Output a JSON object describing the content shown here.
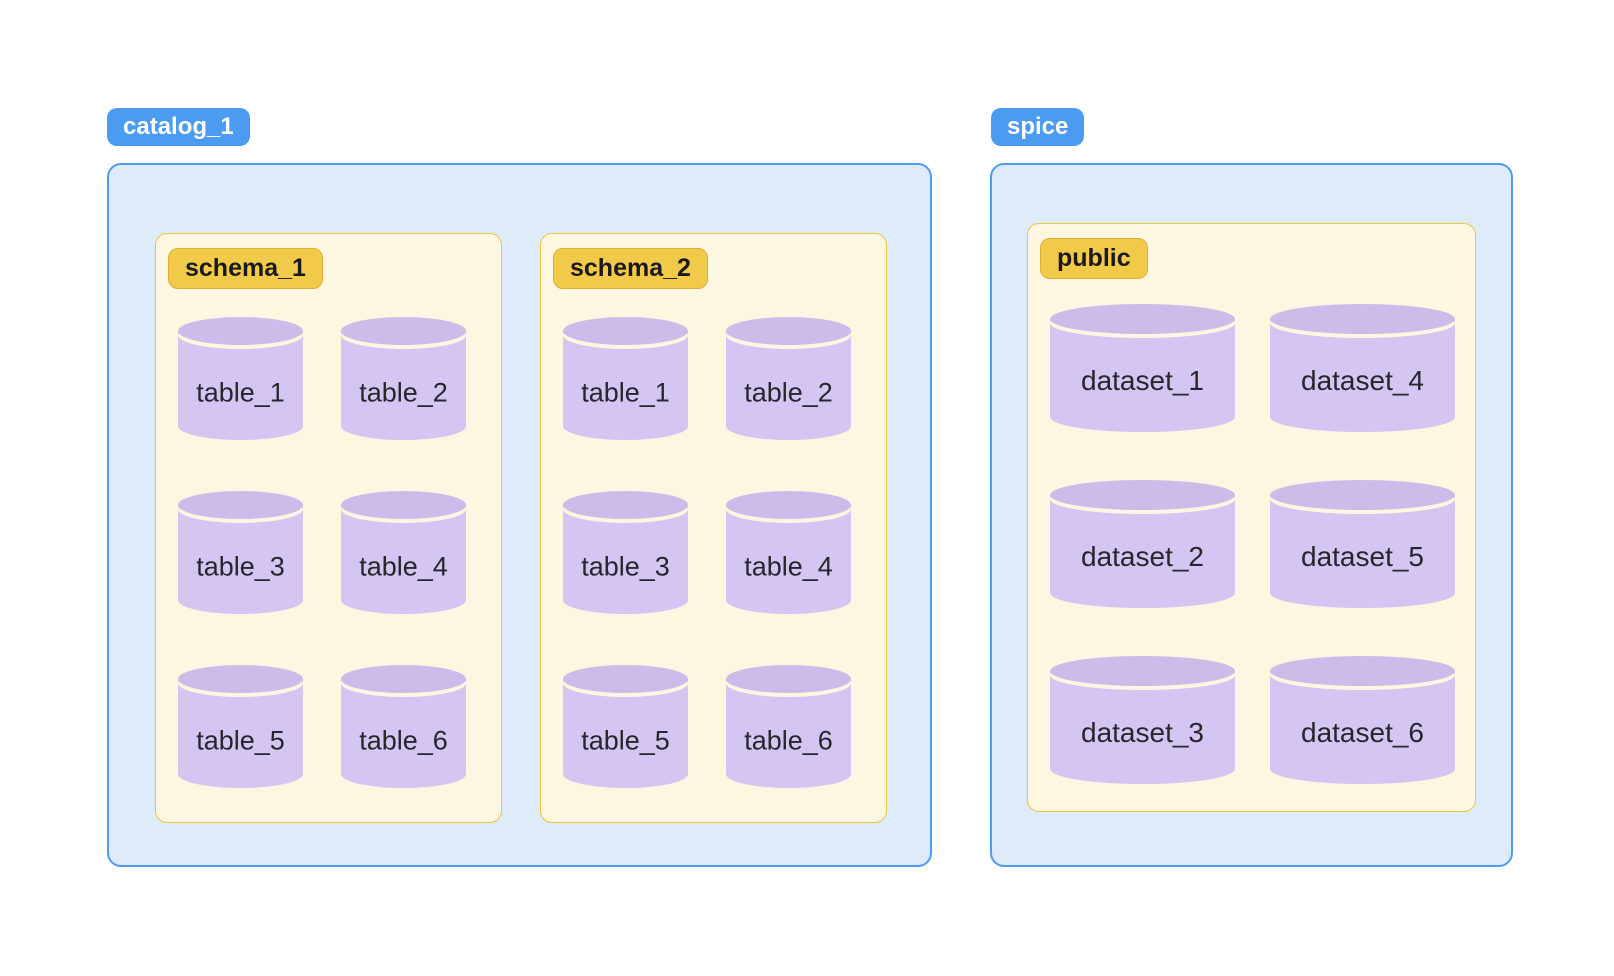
{
  "diagram": {
    "colors": {
      "blue_badge_bg": "#4b9bf1",
      "blue_container_bg": "#ddebfb",
      "blue_container_border": "#4f9bf0",
      "yellow_box_bg": "#fdf6e0",
      "yellow_box_border": "#eac73c",
      "yellow_badge_bg": "#f2ca49",
      "cylinder_top": "#cdbbea",
      "cylinder_body": "#d5c5f2",
      "cylinder_text": "#27272b"
    },
    "groups": [
      {
        "label": "catalog_1",
        "schemas": [
          {
            "label": "schema_1",
            "items": [
              "table_1",
              "table_2",
              "table_3",
              "table_4",
              "table_5",
              "table_6"
            ]
          },
          {
            "label": "schema_2",
            "items": [
              "table_1",
              "table_2",
              "table_3",
              "table_4",
              "table_5",
              "table_6"
            ]
          }
        ]
      },
      {
        "label": "spice",
        "schemas": [
          {
            "label": "public",
            "items": [
              "dataset_1",
              "dataset_4",
              "dataset_2",
              "dataset_5",
              "dataset_3",
              "dataset_6"
            ]
          }
        ]
      }
    ]
  }
}
